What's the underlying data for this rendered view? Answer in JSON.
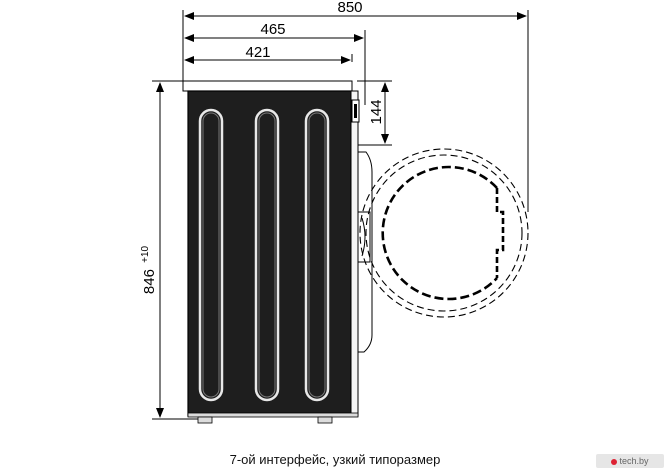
{
  "dimensions": {
    "total_depth": "850",
    "body_depth": "465",
    "cabinet_depth": "421",
    "control_offset": "144",
    "height_value": "846",
    "height_tolerance": "+10"
  },
  "caption": "7-ой интерфейс, узкий типоразмер",
  "watermark": "tech.by",
  "colors": {
    "line": "#000000",
    "panel": "#1e1e1e",
    "background": "#ffffff"
  }
}
